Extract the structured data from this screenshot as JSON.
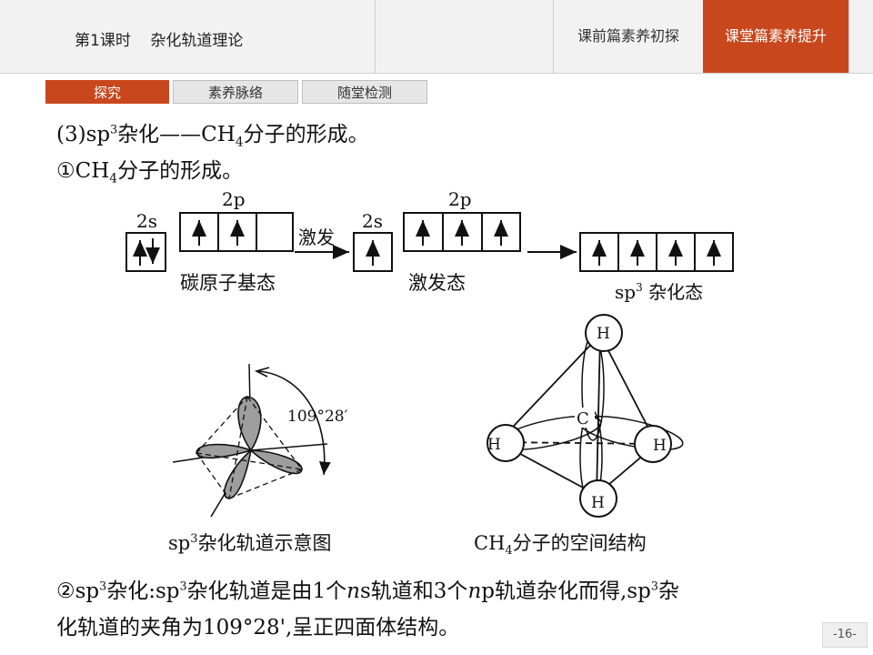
{
  "header": {
    "lesson_title": "第1课时    杂化轨道理论",
    "nav_pre": "课前篇素养初探",
    "nav_class": "课堂篇素养提升"
  },
  "subtabs": [
    "探究",
    "素养脉络",
    "随堂检测"
  ],
  "content": {
    "line1": {
      "prefix": "(3)sp",
      "sup": "3",
      "mid": "杂化——CH",
      "sub": "4",
      "suffix": "分子的形成。"
    },
    "line2": {
      "prefix": "①CH",
      "sub": "4",
      "suffix": "分子的形成。"
    },
    "line3": {
      "a": "②sp",
      "sup1": "3",
      "b": "杂化:sp",
      "sup2": "3",
      "c": "杂化轨道是由1个",
      "n1": "n",
      "d": "s轨道和3个",
      "n2": "n",
      "e": "p轨道杂化而得,sp",
      "sup3": "3",
      "f": "杂"
    },
    "line4": "化轨道的夹角为109°28',呈正四面体结构。"
  },
  "diagram": {
    "label_2s_ground": "2s",
    "label_2p_ground": "2p",
    "label_excite": "激发",
    "label_2s_excited": "2s",
    "label_2p_excited": "2p",
    "label_ground_state": "碳原子基态",
    "label_excited_state": "激发态",
    "label_sp3_prefix": "sp",
    "label_sp3_sup": "3",
    "label_sp3_suffix": " 杂化态",
    "angle_label": "109°28′",
    "caption_left_prefix": "sp",
    "caption_left_sup": "3",
    "caption_left_suffix": "杂化轨道示意图",
    "caption_right_prefix": "CH",
    "caption_right_sub": "4",
    "caption_right_suffix": "分子的空间结构",
    "atom_c": "C",
    "atom_h": "H"
  },
  "page_number": "-16-",
  "colors": {
    "accent": "#c9471d",
    "lobe": "#9e9e9e"
  }
}
